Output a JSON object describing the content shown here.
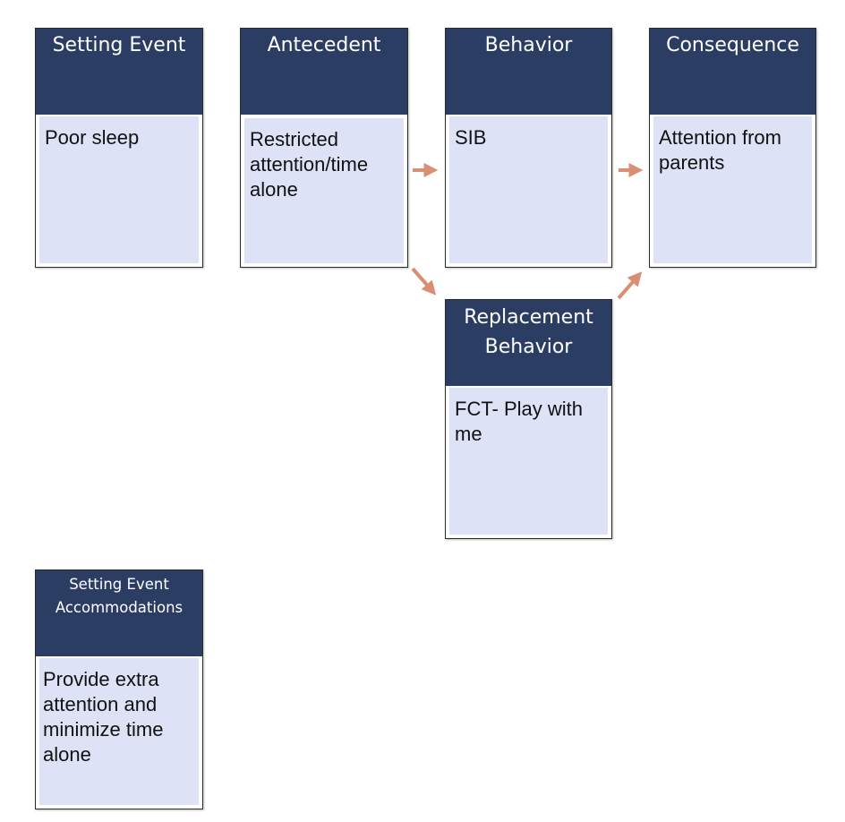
{
  "boxes": {
    "setting_event": {
      "title": "Setting Event",
      "body": "Poor sleep"
    },
    "antecedent": {
      "title": "Antecedent",
      "body": "Restricted attention/time alone"
    },
    "behavior": {
      "title": "Behavior",
      "body": "SIB"
    },
    "consequence": {
      "title": "Consequence",
      "body": "Attention from parents"
    },
    "replacement_behavior": {
      "title": "Replacement Behavior",
      "body": "FCT- Play with me"
    },
    "setting_event_accommodations": {
      "title": "Setting Event Accommodations",
      "body": "Provide extra attention and minimize time alone"
    }
  },
  "colors": {
    "header": "#2c3d63",
    "body": "#dde2f7",
    "arrow": "#d98f74"
  }
}
